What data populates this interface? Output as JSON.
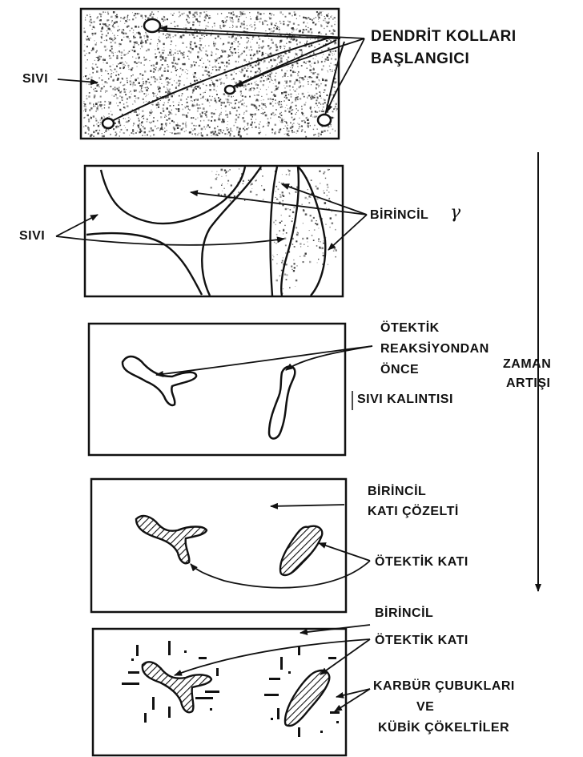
{
  "labels": {
    "dendrite_arms_line1": "DENDRİT KOLLARI",
    "dendrite_arms_line2": "BAŞLANGICI",
    "liquid_panel1": "SIVI",
    "liquid_panel2": "SIVI",
    "primary_gamma": "BİRİNCİL",
    "gamma_symbol": "γ",
    "before_eutectic_line1": "ÖTEKTİK",
    "before_eutectic_line2": "REAKSİYONDAN",
    "before_eutectic_line3": "ÖNCE",
    "residual_liquid": "SIVI KALINTISI",
    "time_line1": "ZAMAN",
    "time_line2": "ARTIŞI",
    "primary_solid_solution_line1": "BİRİNCİL",
    "primary_solid_solution_line2": "KATI ÇÖZELTİ",
    "eutectic_solid_panel4": "ÖTEKTİK KATI",
    "primary_panel5": "BİRİNCİL",
    "eutectic_solid_panel5": "ÖTEKTİK KATI",
    "carbide_line1": "KARBÜR ÇUBUKLARI",
    "carbide_line2": "VE",
    "carbide_line3": "KÜBİK ÇÖKELTİLER"
  },
  "colors": {
    "ink": "#111111",
    "speckle": "#333333",
    "paper": "#ffffff"
  }
}
